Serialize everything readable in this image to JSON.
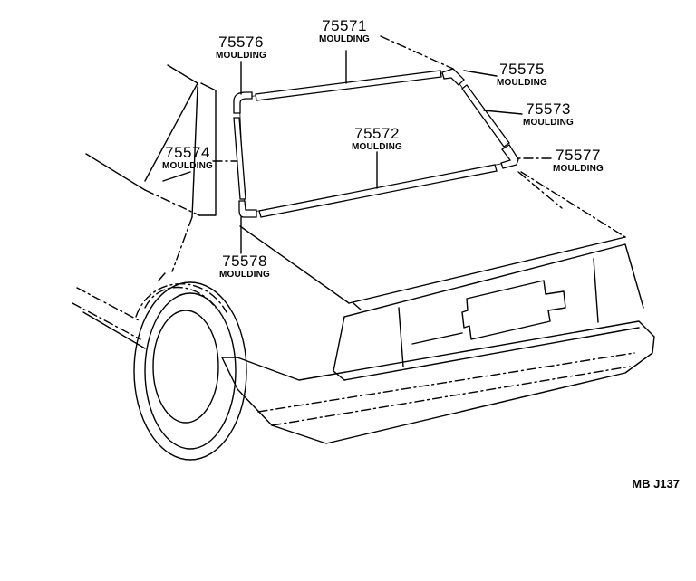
{
  "diagram": {
    "code": "MB J137",
    "callouts": [
      {
        "part_no": "75571",
        "name": "MOULDING"
      },
      {
        "part_no": "75572",
        "name": "MOULDING"
      },
      {
        "part_no": "75573",
        "name": "MOULDING"
      },
      {
        "part_no": "75574",
        "name": "MOULDING"
      },
      {
        "part_no": "75575",
        "name": "MOULDING"
      },
      {
        "part_no": "75576",
        "name": "MOULDING"
      },
      {
        "part_no": "75577",
        "name": "MOULDING"
      },
      {
        "part_no": "75578",
        "name": "MOULDING"
      }
    ]
  }
}
